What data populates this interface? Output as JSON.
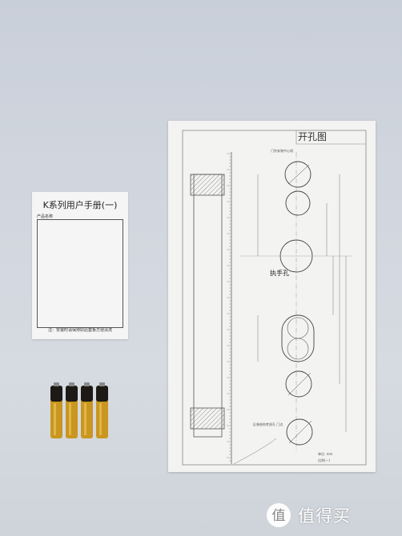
{
  "manual": {
    "title": "K系列用户手册(一)",
    "subtitle": "产品名称",
    "footer": "注：安装时请保持好此套板方便清洗"
  },
  "template": {
    "title": "开孔图",
    "handle_label": "执手孔",
    "top_hole_note": "门铃安装中心线",
    "bottom_note": "反装结构考虑孔 门边",
    "scale_note": "单位: mm",
    "version_note": "比例(一)"
  },
  "batteries": {
    "count": 4
  },
  "watermark": {
    "text": "值得买",
    "logo": "zhi-logo-icon"
  }
}
